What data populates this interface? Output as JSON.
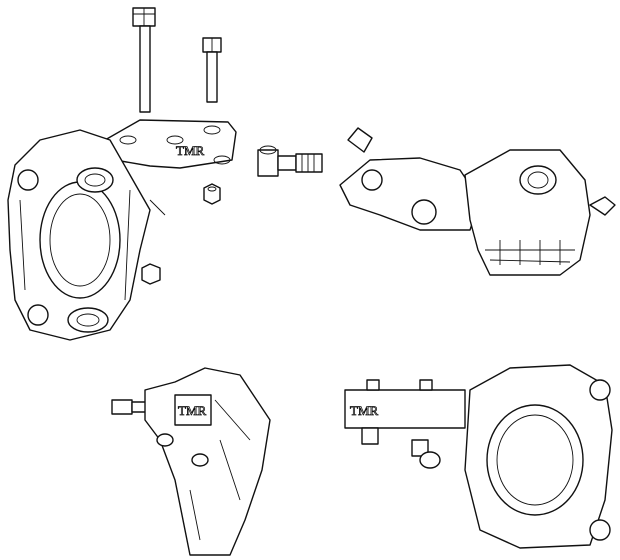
{
  "diagram": {
    "brackets": [
      {
        "label": "TMR"
      },
      {
        "label": "TMR"
      },
      {
        "label": "TMR"
      }
    ]
  }
}
